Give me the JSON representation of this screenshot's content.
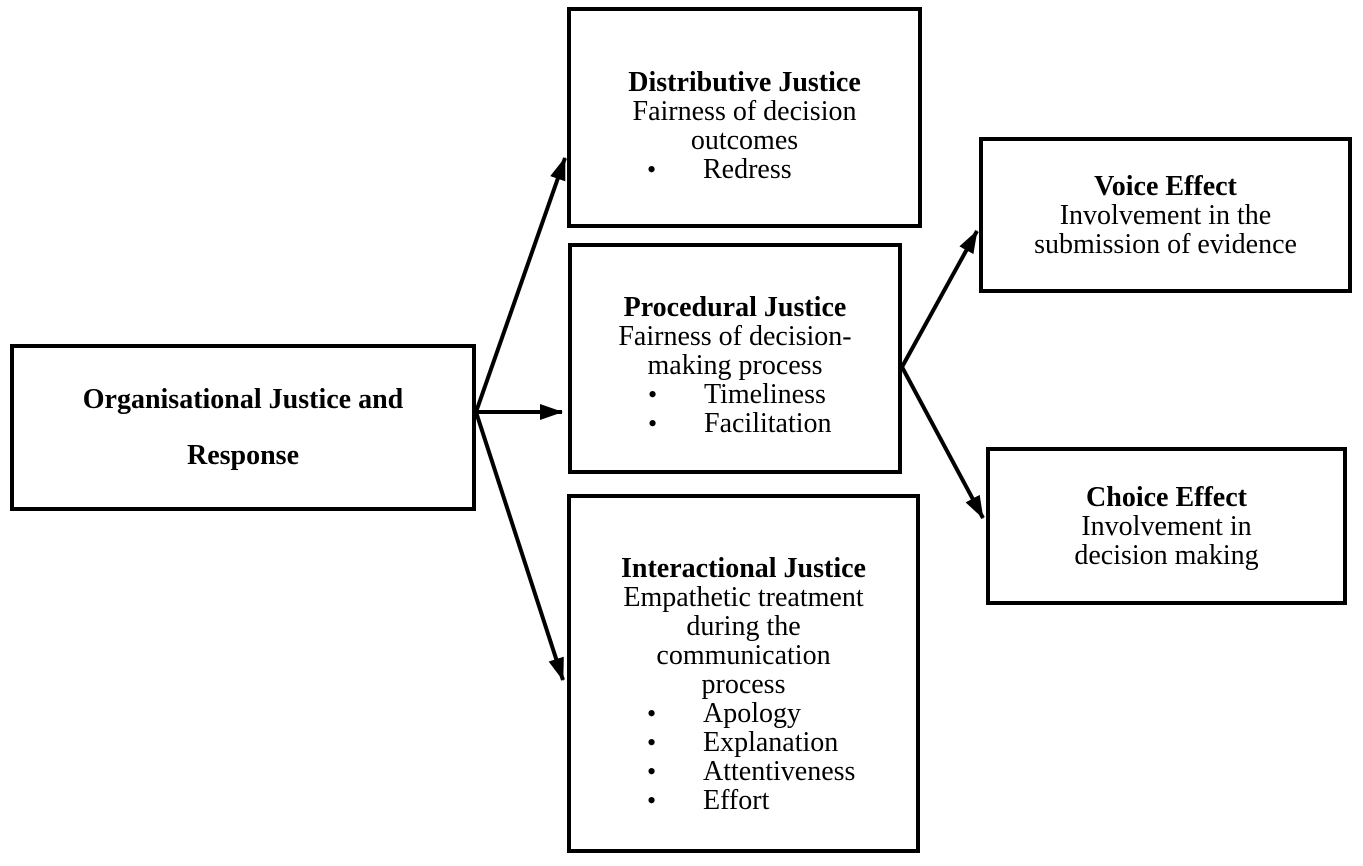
{
  "diagram": {
    "background": "#ffffff",
    "line_color": "#000000",
    "text_color": "#000000",
    "bullet_glyph": "•",
    "root": {
      "title_lines": [
        "Organisational Justice and",
        "Response"
      ]
    },
    "justice_boxes": [
      {
        "title": "Distributive Justice",
        "desc_lines": [
          "Fairness of decision",
          "outcomes"
        ],
        "bullets": [
          "Redress"
        ]
      },
      {
        "title": "Procedural Justice",
        "desc_lines": [
          "Fairness of decision-",
          "making process"
        ],
        "bullets": [
          "Timeliness",
          "Facilitation"
        ]
      },
      {
        "title": "Interactional Justice",
        "desc_lines": [
          "Empathetic treatment",
          "during the",
          "communication",
          "process"
        ],
        "bullets": [
          "Apology",
          "Explanation",
          "Attentiveness",
          "Effort"
        ]
      }
    ],
    "effect_boxes": [
      {
        "title": "Voice Effect",
        "desc_lines": [
          "Involvement in the",
          "submission of evidence"
        ]
      },
      {
        "title": "Choice Effect",
        "desc_lines": [
          "Involvement in",
          "decision making"
        ]
      }
    ]
  }
}
